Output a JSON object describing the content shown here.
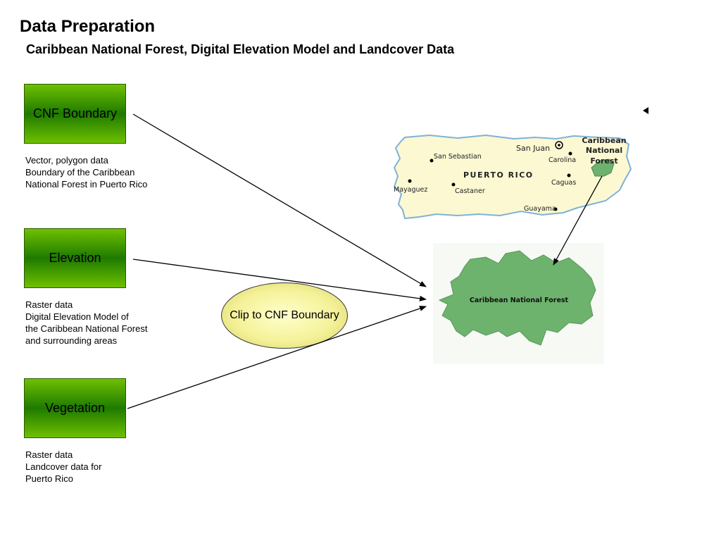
{
  "header": {
    "title": "Data Preparation",
    "subtitle": "Caribbean National Forest, Digital Elevation Model and Landcover Data"
  },
  "inputs": [
    {
      "label": "CNF Boundary",
      "desc": [
        "Vector, polygon data",
        "Boundary of the Caribbean",
        "National Forest in Puerto Rico"
      ]
    },
    {
      "label": "Elevation",
      "desc": [
        "Raster data",
        "Digital Elevation Model of",
        "the Caribbean National Forest",
        "and surrounding areas"
      ]
    },
    {
      "label": "Vegetation",
      "desc": [
        "Raster data",
        "Landcover data for",
        "Puerto Rico"
      ]
    }
  ],
  "process": {
    "label": "Clip to CNF Boundary"
  },
  "map": {
    "island_label": "PUERTO RICO",
    "cities": [
      "San Juan",
      "San Sebastian",
      "Carolina",
      "Mayaguez",
      "Castaner",
      "Caguas",
      "Guayama"
    ],
    "forest_label": [
      "Caribbean",
      "National",
      "Forest"
    ]
  },
  "forest_map": {
    "label": "Caribbean National Forest"
  },
  "colors": {
    "box_green": "#3a9a00",
    "ellipse_yellow": "#f5f29a",
    "island_fill": "#fbf8d2",
    "forest_green": "#6db26d"
  }
}
